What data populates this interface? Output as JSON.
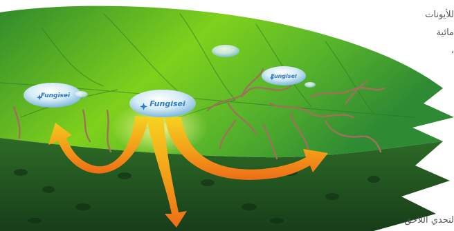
{
  "side_text": {
    "line1": "للأيونات",
    "line2": "مائية",
    "line3": "،",
    "line4": "لتحدي اللاحق"
  },
  "drops": {
    "brand": "Fungisei"
  },
  "colors": {
    "leaf_light": "#7fd11c",
    "leaf_mid": "#3fa02a",
    "leaf_dark": "#1f5a22",
    "cross_section": "#1c4a1e",
    "arrow_orange": "#f07a1a",
    "arrow_yellow": "#f2c21e",
    "hyphae": "#a0705a",
    "drop_blue": "#2f7bc4"
  },
  "icons": {
    "drop_logo": "star-burst-icon"
  }
}
